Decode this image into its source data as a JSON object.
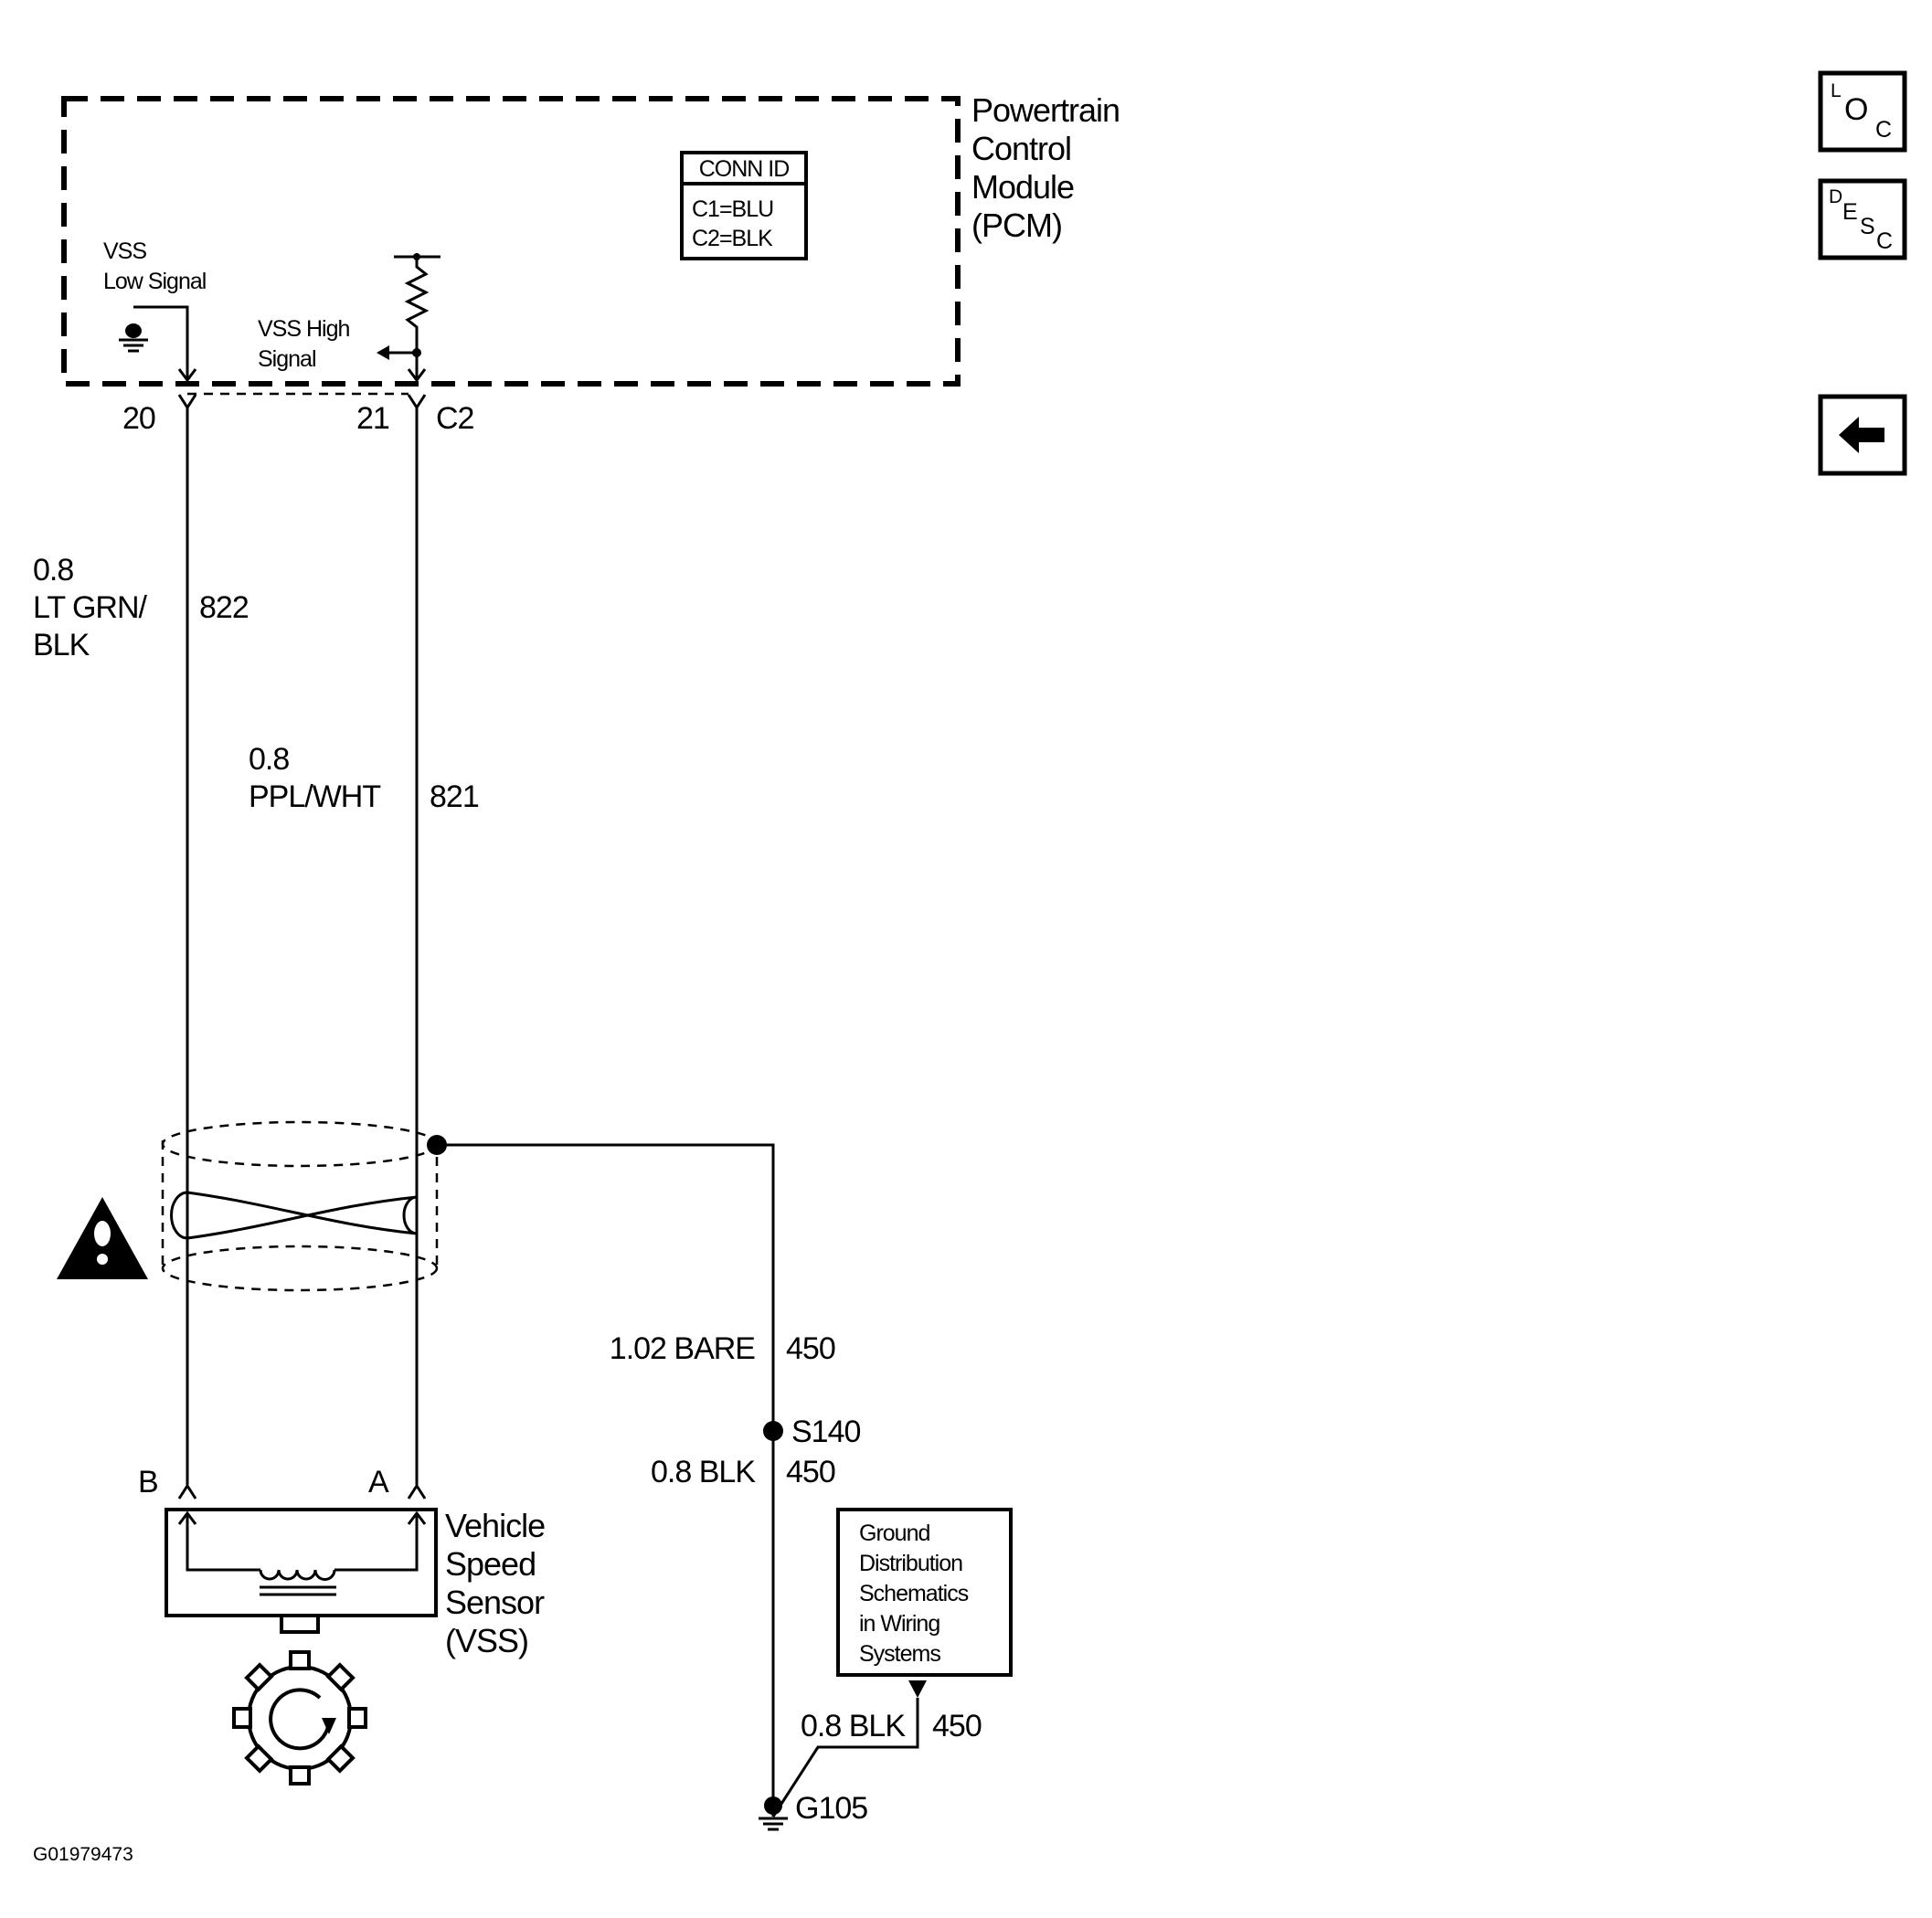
{
  "pcm": {
    "name_lines": [
      "Powertrain",
      "Control",
      "Module",
      "(PCM)"
    ],
    "conn_id_title": "CONN ID",
    "conn_id_lines": [
      "C1=BLU",
      "C2=BLK"
    ],
    "vss_low_signal_lines": [
      "VSS",
      "Low Signal"
    ],
    "vss_high_signal_lines": [
      "VSS High",
      "Signal"
    ],
    "connector": "C2"
  },
  "pins": {
    "low": "20",
    "high": "21"
  },
  "wires": {
    "low": {
      "gauge": "0.8",
      "color_lines": [
        "LT GRN/",
        "BLK"
      ],
      "circuit": "822"
    },
    "high": {
      "gauge": "0.8",
      "color": "PPL/WHT",
      "circuit": "821"
    },
    "drain": {
      "label": "1.02 BARE",
      "circuit": "450"
    },
    "ground1": {
      "label": "0.8 BLK",
      "circuit": "450"
    },
    "ground2": {
      "label": "0.8 BLK",
      "circuit": "450"
    }
  },
  "splice": "S140",
  "ground_point": "G105",
  "sensor": {
    "pin_b": "B",
    "pin_a": "A",
    "name_lines": [
      "Vehicle",
      "Speed",
      "Sensor",
      "(VSS)"
    ]
  },
  "ground_ref_lines": [
    "Ground",
    "Distribution",
    "Schematics",
    "in Wiring",
    "Systems"
  ],
  "figure_id": "G01979473",
  "nav": {
    "loc": {
      "letters": [
        "L",
        "O",
        "C"
      ]
    },
    "desc": {
      "letters": [
        "D",
        "E",
        "S",
        "C"
      ]
    },
    "back_icon": "left-arrow-icon"
  },
  "icons": {
    "caution": "warning-triangle-icon",
    "gear": "gear-rotation-icon"
  }
}
